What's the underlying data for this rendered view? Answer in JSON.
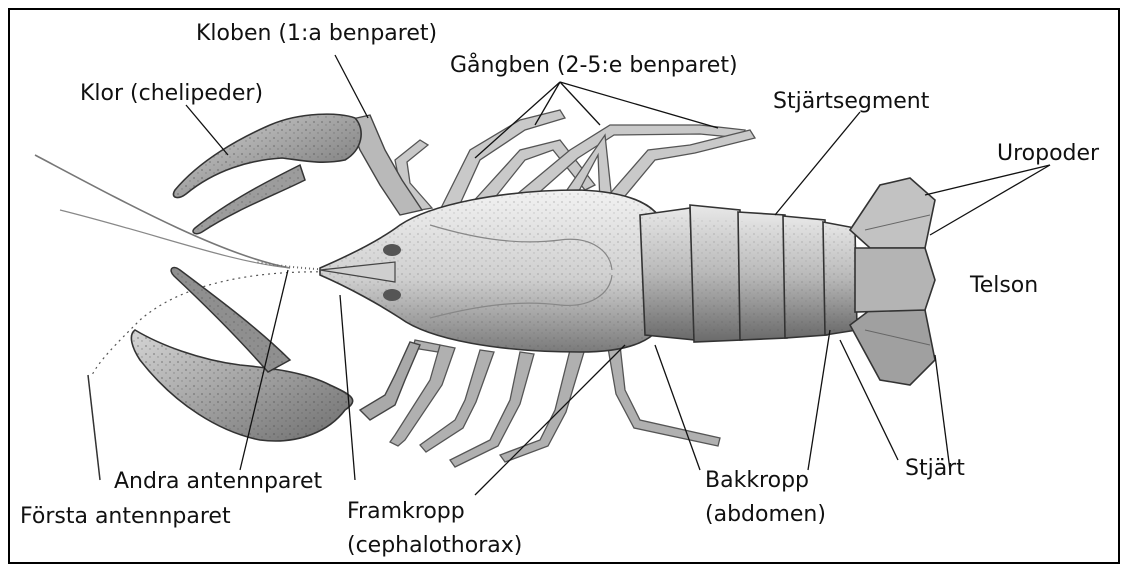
{
  "diagram": {
    "labels": {
      "kloben": "Kloben (1:a benparet)",
      "gangben": "Gångben (2-5:e benparet)",
      "klor": "Klor (chelipeder)",
      "stjartsegment": "Stjärtsegment",
      "uropoder": "Uropoder",
      "telson": "Telson",
      "andra_antennparet": "Andra antennparet",
      "forsta_antennparet": "Första antennparet",
      "framkropp_1": "Framkropp",
      "framkropp_2": "(cephalothorax)",
      "bakkropp_1": "Bakkropp",
      "bakkropp_2": "(abdomen)",
      "stjart": "Stjärt"
    },
    "colors": {
      "body_light": "#e6e6e6",
      "body_mid": "#b5b5b5",
      "body_dark": "#6e6e6e",
      "claw": "#9a9a9a",
      "ink": "#111111"
    }
  }
}
